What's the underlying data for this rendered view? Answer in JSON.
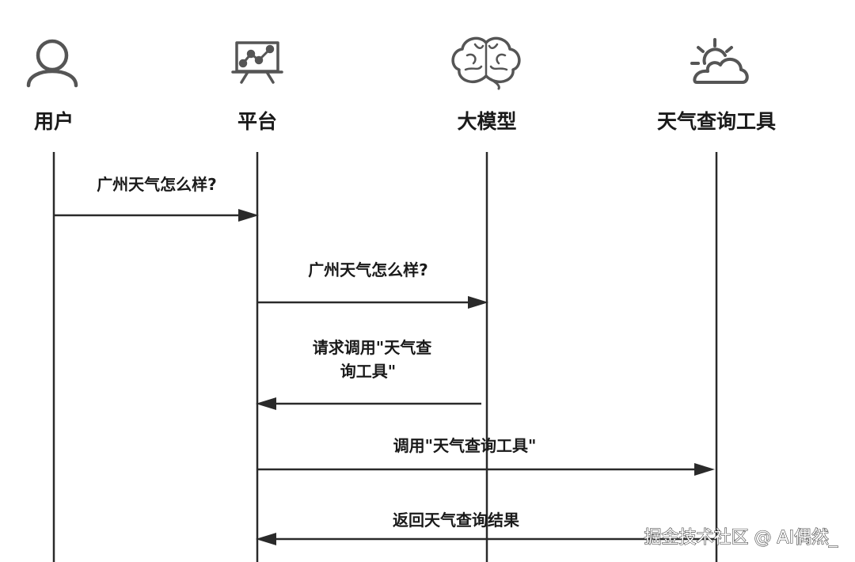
{
  "participants": [
    {
      "label": "用户",
      "icon": "user-icon"
    },
    {
      "label": "平台",
      "icon": "presentation-board-icon"
    },
    {
      "label": "大模型",
      "icon": "brain-icon"
    },
    {
      "label": "天气查询工具",
      "icon": "weather-sun-cloud-icon"
    }
  ],
  "messages": [
    {
      "from": 0,
      "to": 1,
      "lines": [
        "广州天气怎么样?"
      ]
    },
    {
      "from": 1,
      "to": 2,
      "lines": [
        "广州天气怎么样?"
      ]
    },
    {
      "from": 2,
      "to": 1,
      "lines": [
        "请求调用\"天气查",
        "询工具\""
      ]
    },
    {
      "from": 1,
      "to": 3,
      "lines": [
        "调用\"天气查询工具\""
      ]
    },
    {
      "from": 3,
      "to": 1,
      "lines": [
        "返回天气查询结果"
      ]
    }
  ],
  "watermark": "掘金技术社区 @ AI偶然_"
}
